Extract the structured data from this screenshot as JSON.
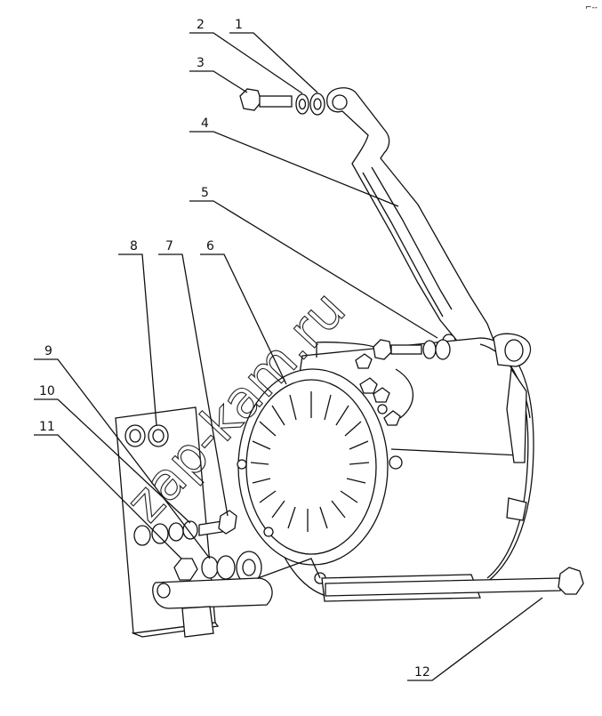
{
  "figure": {
    "callouts": [
      "1",
      "2",
      "3",
      "4",
      "5",
      "6",
      "7",
      "8",
      "9",
      "10",
      "11",
      "12"
    ],
    "watermark": "zap-kam.ru",
    "corner_mark": "⌐--"
  }
}
